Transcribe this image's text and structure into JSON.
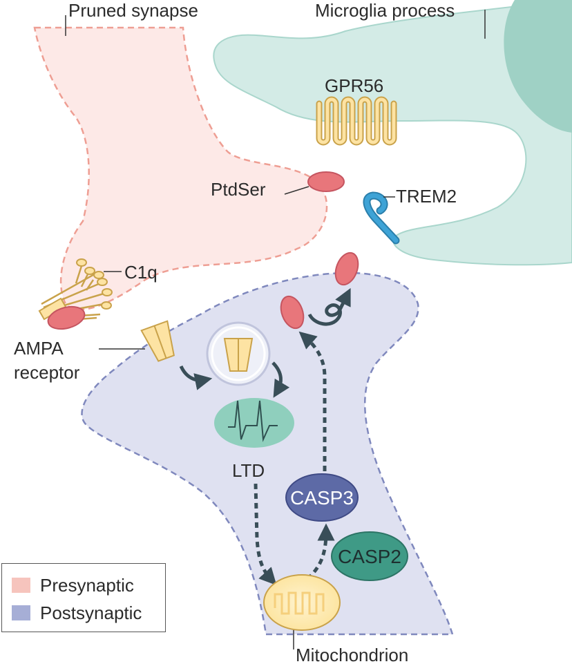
{
  "labels": {
    "pruned_synapse": "Pruned synapse",
    "microglia_process": "Microglia process",
    "gpr56": "GPR56",
    "ptdser": "PtdSer",
    "trem2": "TREM2",
    "c1q": "C1q",
    "ampa_line1": "AMPA",
    "ampa_line2": "receptor",
    "ltd": "LTD",
    "casp3": "CASP3",
    "casp2": "CASP2",
    "mitochondrion": "Mitochondrion"
  },
  "legend": {
    "items": [
      {
        "label": "Presynaptic",
        "color": "#f6c4bd"
      },
      {
        "label": "Postsynaptic",
        "color": "#a6aed6"
      }
    ]
  },
  "colors": {
    "presynaptic_fill": "#fde9e7",
    "presynaptic_stroke": "#ee9e93",
    "postsynaptic_fill": "#dfe1f1",
    "postsynaptic_stroke": "#7f88bd",
    "microglia_fill": "#d3ebe6",
    "microglia_stroke": "#a9d6cc",
    "microglia_nucleus": "#9fd1c5",
    "ptdser": "#e8767b",
    "trem2": "#3ea3d6",
    "receptor": "#fde3a3",
    "casp3": "#5d6aa6",
    "casp2": "#3f9a86",
    "ltd": "#8fcfbd",
    "arrow": "#394e58"
  }
}
